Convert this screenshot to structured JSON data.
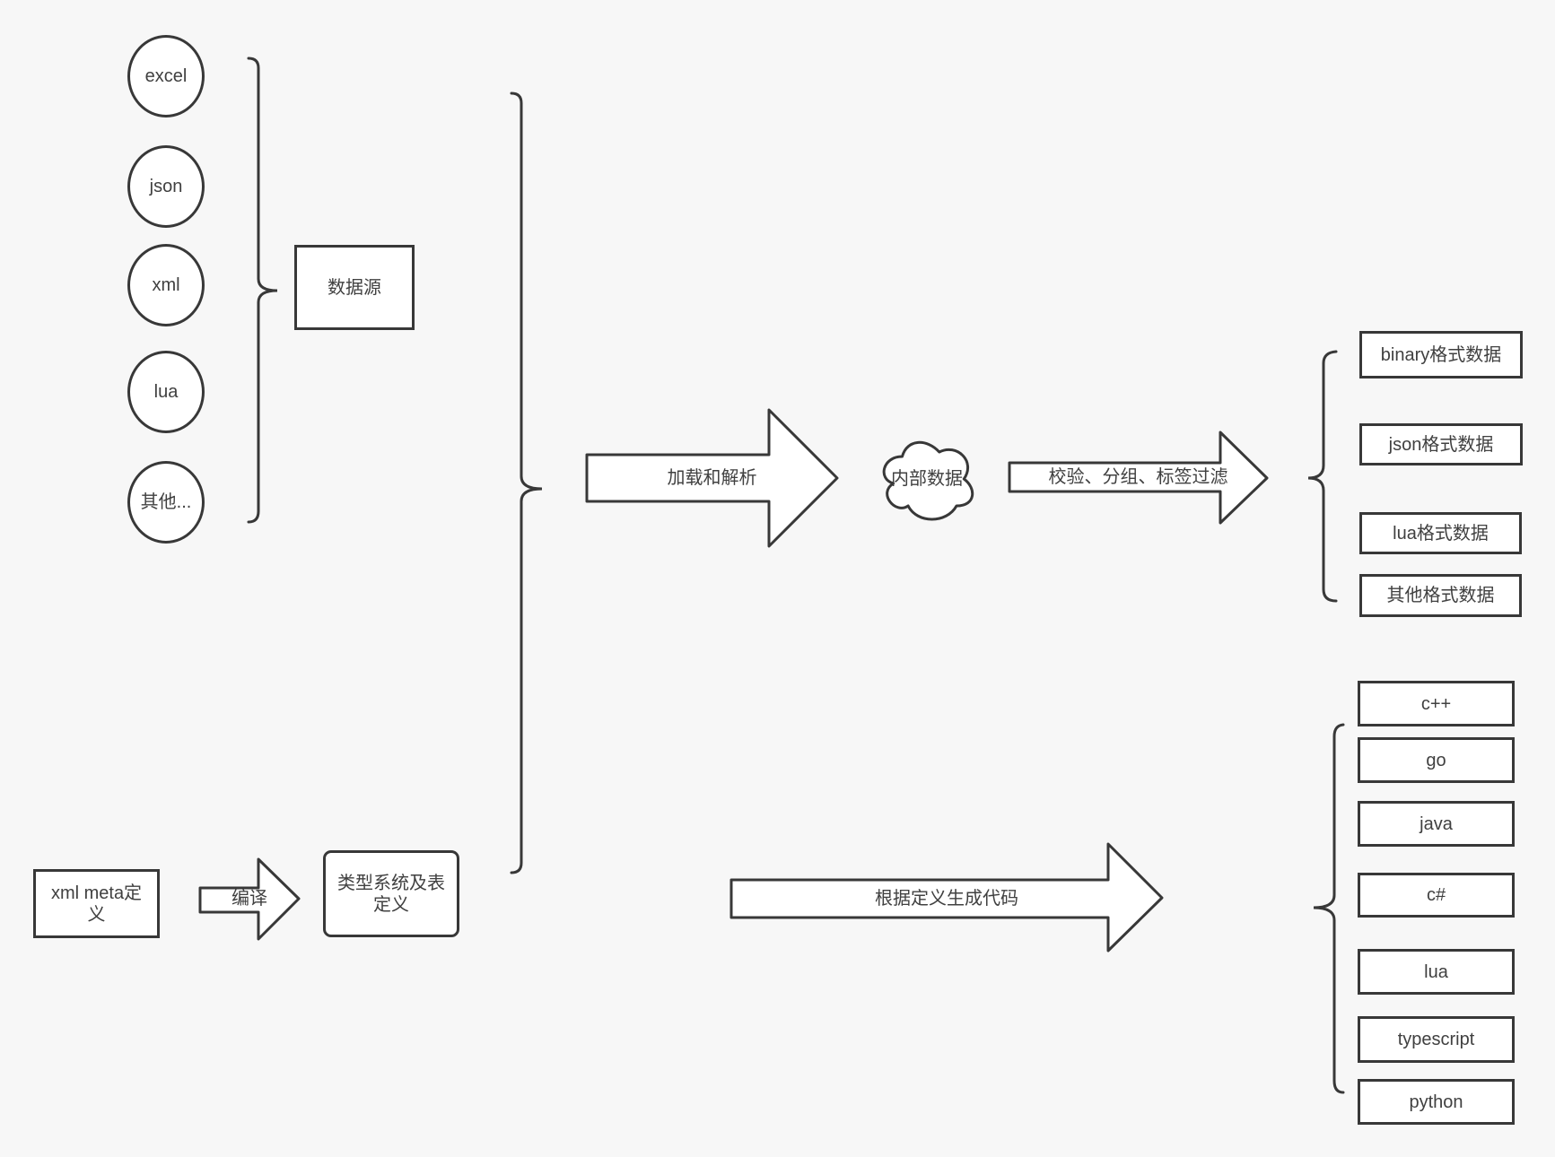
{
  "diagram": {
    "background": "#f7f7f7",
    "stroke_color": "#383838",
    "text_color": "#404040",
    "box_fill": "#ffffff"
  },
  "sources": {
    "items": [
      "excel",
      "json",
      "xml",
      "lua",
      "其他..."
    ],
    "group_label": "数据源"
  },
  "pipeline": {
    "load_arrow_label": "加载和解析",
    "internal_data_label": "内部数据",
    "filter_arrow_label": "校验、分组、标签过滤",
    "output_formats": [
      "binary格式数据",
      "json格式数据",
      "lua格式数据",
      "其他格式数据"
    ]
  },
  "definition": {
    "meta_label": "xml meta定\n义",
    "compile_arrow_label": "编译",
    "type_system_label": "类型系统及表\n定义",
    "codegen_arrow_label": "根据定义生成代码",
    "languages": [
      "c++",
      "go",
      "java",
      "c#",
      "lua",
      "typescript",
      "python"
    ]
  }
}
